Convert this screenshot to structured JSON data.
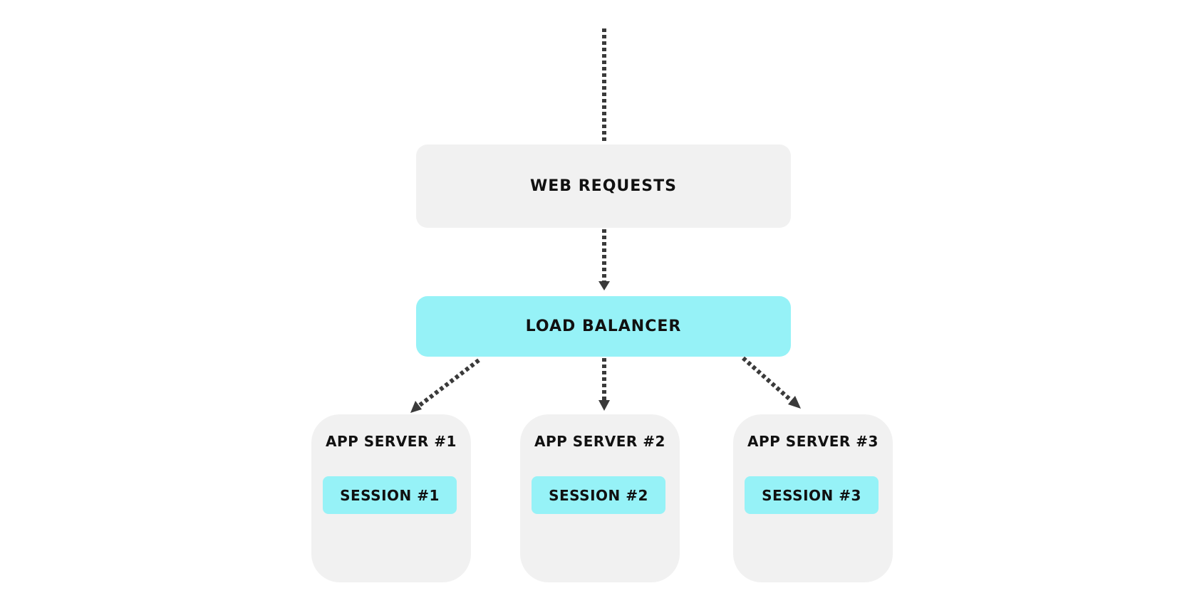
{
  "colors": {
    "box_grey": "#f1f1f1",
    "box_cyan": "#96f2f7",
    "connector": "#3a3a3a",
    "text": "#111111"
  },
  "nodes": {
    "web_requests": {
      "label": "WEB REQUESTS"
    },
    "load_balancer": {
      "label": "LOAD BALANCER"
    },
    "servers": [
      {
        "title": "APP SERVER #1",
        "session": "SESSION #1"
      },
      {
        "title": "APP SERVER #2",
        "session": "SESSION #2"
      },
      {
        "title": "APP SERVER #3",
        "session": "SESSION #3"
      }
    ]
  },
  "edges": [
    {
      "from": "external",
      "to": "web_requests",
      "style": "dotted",
      "arrow": false
    },
    {
      "from": "web_requests",
      "to": "load_balancer",
      "style": "dotted",
      "arrow": true
    },
    {
      "from": "load_balancer",
      "to": "app_server_1",
      "style": "dotted",
      "arrow": true
    },
    {
      "from": "load_balancer",
      "to": "app_server_2",
      "style": "dotted",
      "arrow": true
    },
    {
      "from": "load_balancer",
      "to": "app_server_3",
      "style": "dotted",
      "arrow": true
    }
  ]
}
